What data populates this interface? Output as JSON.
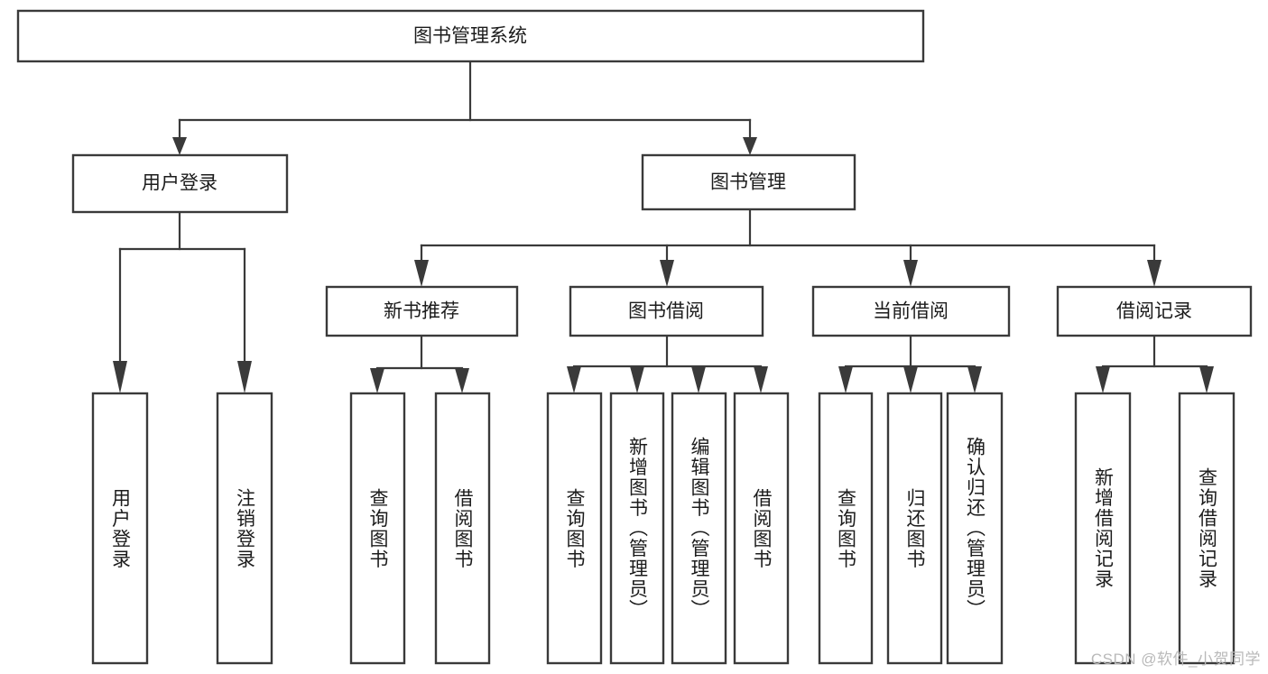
{
  "diagram": {
    "type": "tree-hierarchy",
    "root": {
      "id": "root",
      "label": "图书管理系统"
    },
    "level1": [
      {
        "id": "user-login",
        "label": "用户登录"
      },
      {
        "id": "book-management",
        "label": "图书管理"
      }
    ],
    "level2": [
      {
        "id": "new-book-recommend",
        "label": "新书推荐",
        "parent": "book-management"
      },
      {
        "id": "book-borrow",
        "label": "图书借阅",
        "parent": "book-management"
      },
      {
        "id": "current-borrow",
        "label": "当前借阅",
        "parent": "book-management"
      },
      {
        "id": "borrow-record",
        "label": "借阅记录",
        "parent": "book-management"
      }
    ],
    "leaves": {
      "user-login": [
        {
          "id": "leaf-user-login",
          "label": "用户登录"
        },
        {
          "id": "leaf-logout",
          "label": "注销登录"
        }
      ],
      "new-book-recommend": [
        {
          "id": "leaf-query-book-1",
          "label": "查询图书"
        },
        {
          "id": "leaf-borrow-book-1",
          "label": "借阅图书"
        }
      ],
      "book-borrow": [
        {
          "id": "leaf-query-book-2",
          "label": "查询图书"
        },
        {
          "id": "leaf-add-book",
          "label": "新增图书（管理员）"
        },
        {
          "id": "leaf-edit-book",
          "label": "编辑图书（管理员）"
        },
        {
          "id": "leaf-borrow-book-2",
          "label": "借阅图书"
        }
      ],
      "current-borrow": [
        {
          "id": "leaf-query-book-3",
          "label": "查询图书"
        },
        {
          "id": "leaf-return-book",
          "label": "归还图书"
        },
        {
          "id": "leaf-confirm-return",
          "label": "确认归还（管理员）"
        }
      ],
      "borrow-record": [
        {
          "id": "leaf-add-record",
          "label": "新增借阅记录"
        },
        {
          "id": "leaf-query-record",
          "label": "查询借阅记录"
        }
      ]
    }
  },
  "watermark": {
    "text": "CSDN @软件_小贺同学"
  },
  "colors": {
    "box_stroke": "#3a3a3a",
    "box_fill": "#ffffff",
    "text": "#1c1c1c",
    "watermark": "#b9b9b9",
    "background": "#ffffff"
  }
}
